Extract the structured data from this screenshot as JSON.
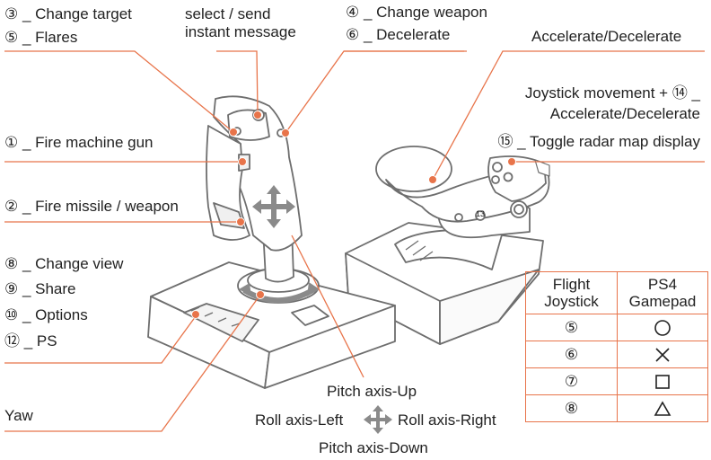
{
  "labels": {
    "change_target": "③ _ Change target",
    "flares": "⑤ _ Flares",
    "select_send": "select / send",
    "instant_message": "instant message",
    "change_weapon": "④ _ Change weapon",
    "decelerate": "⑥ _ Decelerate",
    "accel_decel": "Accelerate/Decelerate",
    "joystick_movement": "Joystick movement + ⑭ _",
    "accel_decel_2": "Accelerate/Decelerate",
    "toggle_radar": "⑮ _ Toggle radar map display",
    "fire_mg": "① _ Fire machine gun",
    "fire_missile": "② _ Fire missile / weapon",
    "change_view": "⑧ _ Change view",
    "share": "⑨ _ Share",
    "options": "⑩ _ Options",
    "ps": "⑫ _ PS",
    "yaw": "Yaw",
    "pitch_up": "Pitch axis-Up",
    "roll_left": "Roll axis-Left",
    "roll_right": "Roll axis-Right",
    "pitch_down": "Pitch axis-Down",
    "hw_13": "13"
  },
  "table": {
    "col1_line1": "Flight",
    "col1_line2": "Joystick",
    "col2_line1": "PS4",
    "col2_line2": "Gamepad",
    "rows": [
      {
        "button": "⑤",
        "gamepad_icon": "circle-icon"
      },
      {
        "button": "⑥",
        "gamepad_icon": "cross-icon"
      },
      {
        "button": "⑦",
        "gamepad_icon": "square-icon"
      },
      {
        "button": "⑧",
        "gamepad_icon": "triangle-icon"
      }
    ]
  },
  "colors": {
    "accent": "#e8744a",
    "outline": "#6e6e6e",
    "arrow_gray": "#8a8a8a"
  }
}
